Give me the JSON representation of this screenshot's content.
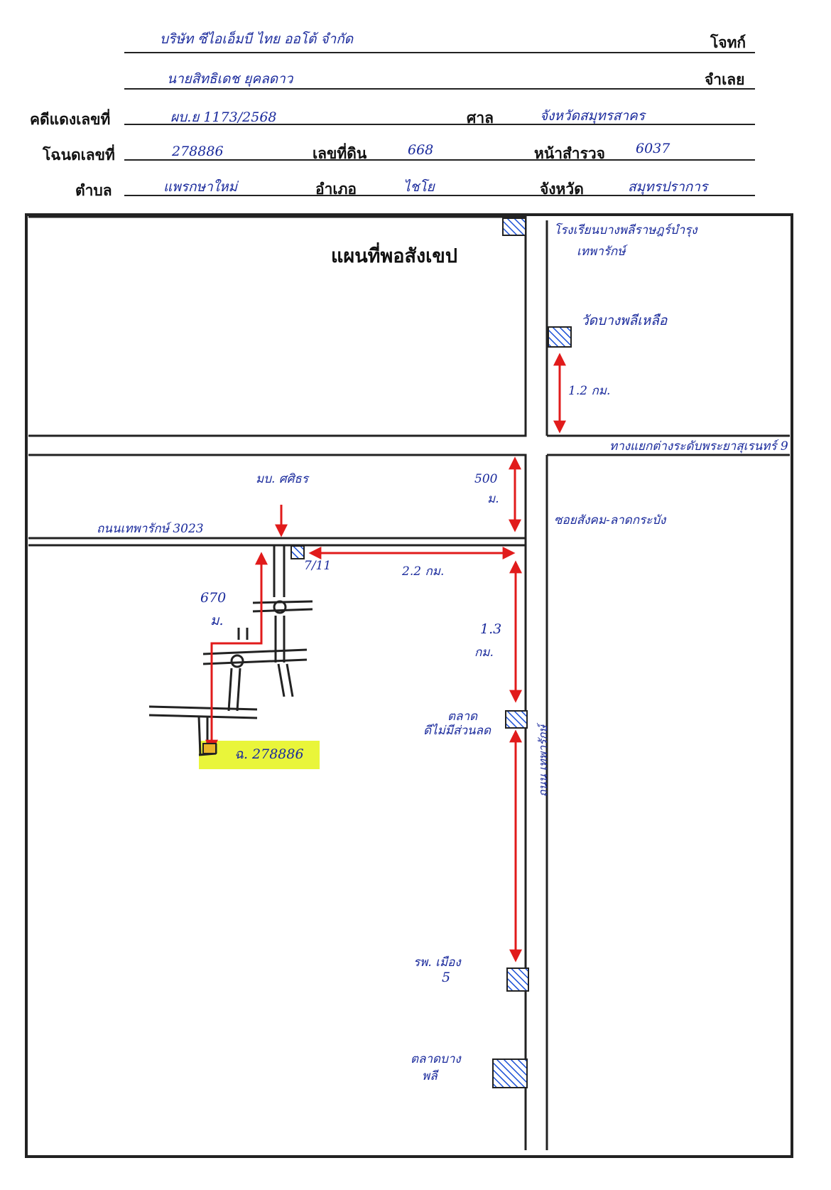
{
  "header": {
    "plaintiff_label": "โจทก์",
    "plaintiff_value": "บริษัท ซีไอเอ็มบี ไทย ออโต้ จำกัด",
    "defendant_label": "จำเลย",
    "defendant_value": "นายสิทธิเดช ยุคลดาว",
    "case_label": "คดีแดงเลขที่",
    "case_value": "ผบ.ย 1173/2568",
    "court_label": "ศาล",
    "court_value": "จังหวัดสมุทรสาคร",
    "deed_label": "โฉนดเลขที่",
    "deed_value": "278886",
    "land_no_label": "เลขที่ดิน",
    "land_no_value": "668",
    "survey_label": "หน้าสำรวจ",
    "survey_value": "6037",
    "subdistrict_label": "ตำบล",
    "subdistrict_value": "แพรกษาใหม่",
    "district_label": "อำเภอ",
    "district_value": "ไชโย",
    "province_label": "จังหวัด",
    "province_value": "สมุทรปราการ"
  },
  "map": {
    "title": "แผนที่พอสังเขป",
    "labels": {
      "school": "โรงเรียนบางพลีราษฎร์บำรุง",
      "school2": "เทพารักษ์",
      "temple": "วัดบางพลีเหลือ",
      "dist_1_2": "1.2 กม.",
      "crossroad": "ทางแยกต่างระดับพระยาสุเรนทร์ 9",
      "village": "มบ. ศศิธร",
      "dist_500": "500",
      "dist_500_unit": "ม.",
      "soi_road": "ซอยสังคม-ลาดกระบัง",
      "road_3023": "ถนนเทพารักษ์ 3023",
      "seven_eleven": "7/11",
      "dist_2_2": "2.2 กม.",
      "dist_670": "670",
      "dist_670_unit": "ม.",
      "dist_1_3": "1.3",
      "dist_1_3_unit": "กม.",
      "market": "ตลาด",
      "market2": "ดีไม่มีส่วนลด",
      "main_road": "ถนน เทพารักษ์",
      "deed_marker": "ฉ. 278886",
      "hospital": "รพ. เมือง",
      "hospital2": "5",
      "market_b": "ตลาดบาง",
      "market_b2": "พลี"
    }
  }
}
